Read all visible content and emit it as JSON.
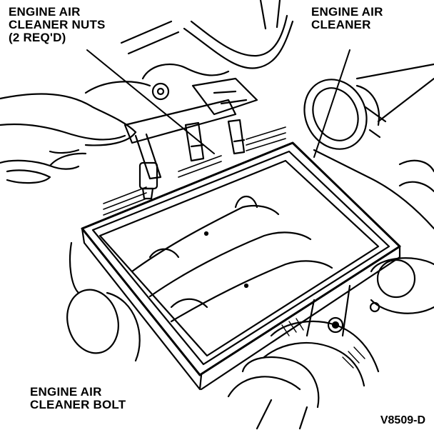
{
  "labels": {
    "nuts": [
      "ENGINE AIR",
      "CLEANER NUTS",
      "(2 REQ'D)"
    ],
    "cleaner": [
      "ENGINE AIR",
      "CLEANER"
    ],
    "bolt": [
      "ENGINE AIR",
      "CLEANER BOLT"
    ]
  },
  "figure_id": "V8509-D",
  "colors": {
    "ink": "#000000",
    "paper": "#ffffff"
  }
}
